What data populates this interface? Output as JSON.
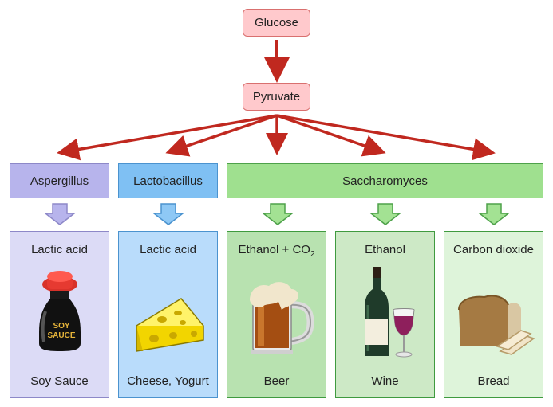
{
  "nodes": {
    "glucose": "Glucose",
    "pyruvate": "Pyruvate",
    "aspergillus": "Aspergillus",
    "lactobacillus": "Lactobacillus",
    "saccharomyces": "Saccharomyces"
  },
  "products": [
    {
      "top": "Lactic acid",
      "bottom": "Soy Sauce",
      "icon": "soy-sauce-bottle-icon"
    },
    {
      "top": "Lactic acid",
      "bottom": "Cheese, Yogurt",
      "icon": "cheese-icon"
    },
    {
      "top": "Ethanol + CO",
      "top_sub": "2",
      "bottom": "Beer",
      "icon": "beer-mug-icon"
    },
    {
      "top": "Ethanol",
      "bottom": "Wine",
      "icon": "wine-bottle-glass-icon"
    },
    {
      "top": "Carbon dioxide",
      "bottom": "Bread",
      "icon": "bread-icon"
    }
  ],
  "bottle_label": [
    "SOY",
    "SAUCE"
  ],
  "colors": {
    "arrow_red": "#c0281f",
    "arrow_purple": "#9a96dc",
    "arrow_blue": "#6fb2ee",
    "arrow_green": "#8fd87f"
  }
}
